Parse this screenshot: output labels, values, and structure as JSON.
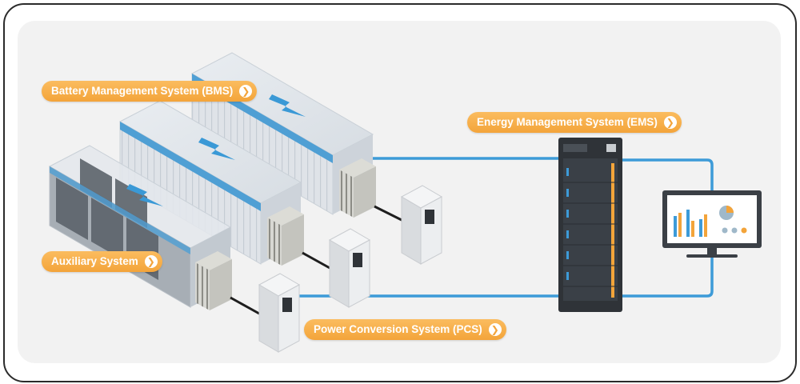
{
  "labels": {
    "bms": "Battery Management System (BMS)",
    "ems": "Energy Management System (EMS)",
    "aux": "Auxiliary System",
    "pcs": "Power Conversion System (PCS)"
  },
  "icons": {
    "callout_arrow": "chevron-right-icon",
    "bolt": "lightning-bolt-icon"
  },
  "colors": {
    "accent_orange": "#f3a43a",
    "line_blue": "#3d9bd8",
    "rack_dark": "#2f3338",
    "panel_bg": "#f2f2f2"
  }
}
